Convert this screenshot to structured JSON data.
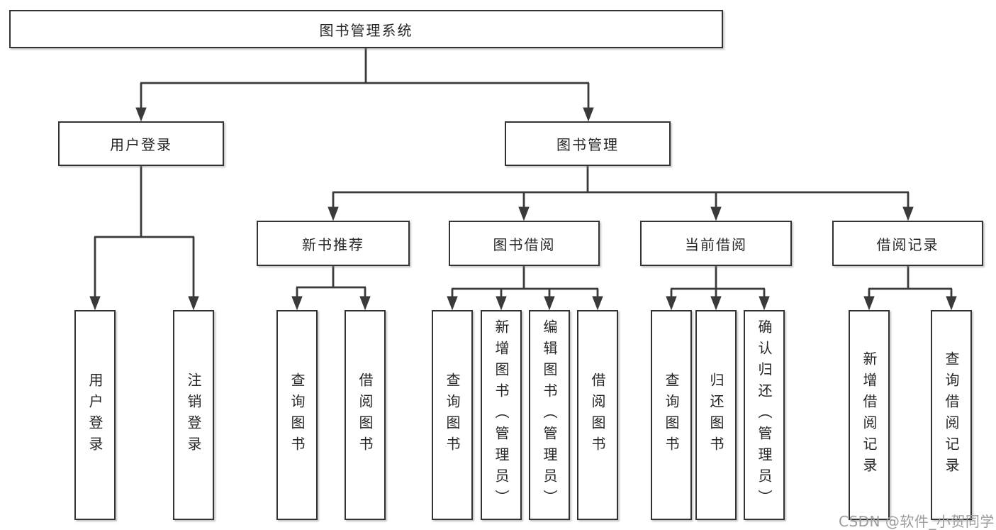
{
  "diagram": {
    "type": "hierarchy-tree",
    "orientation": "top-down",
    "colors": {
      "background": "#ffffff",
      "box_fill": "#ffffff",
      "box_border": "#333333",
      "connector_line": "#3a3a3a",
      "text": "#262626",
      "watermark_text": "#9c9c9c"
    },
    "watermark": "CSDN @软件_小贺同学"
  },
  "tree": {
    "root": {
      "label": "图书管理系统",
      "children": [
        {
          "label": "用户登录",
          "children": [
            {
              "label": "用户登录"
            },
            {
              "label": "注销登录"
            }
          ]
        },
        {
          "label": "图书管理",
          "children": [
            {
              "label": "新书推荐",
              "children": [
                {
                  "label": "查询图书"
                },
                {
                  "label": "借阅图书"
                }
              ]
            },
            {
              "label": "图书借阅",
              "children": [
                {
                  "label": "查询图书"
                },
                {
                  "label": "新增图书（管理员）"
                },
                {
                  "label": "编辑图书（管理员）"
                },
                {
                  "label": "借阅图书"
                }
              ]
            },
            {
              "label": "当前借阅",
              "children": [
                {
                  "label": "查询图书"
                },
                {
                  "label": "归还图书"
                },
                {
                  "label": "确认归还（管理员）"
                }
              ]
            },
            {
              "label": "借阅记录",
              "children": [
                {
                  "label": "新增借阅记录"
                },
                {
                  "label": "查询借阅记录"
                }
              ]
            }
          ]
        }
      ]
    }
  }
}
